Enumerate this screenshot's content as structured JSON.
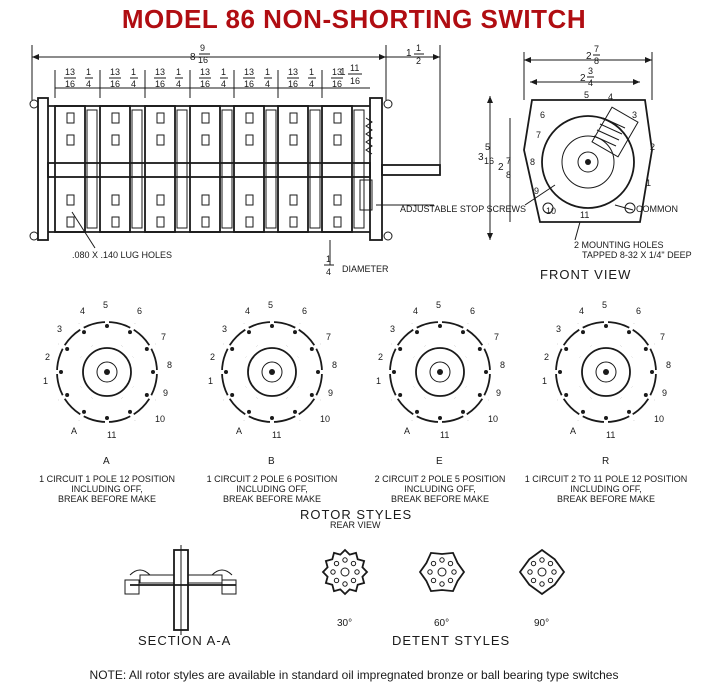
{
  "title": "MODEL 86 NON-SHORTING SWITCH",
  "colors": {
    "title": "#b00d12",
    "ink": "#1a1a1a"
  },
  "side_view": {
    "overall_whole": "8",
    "overall_num": "9",
    "overall_den": "16",
    "shaft_whole": "1",
    "shaft_num": "1",
    "shaft_den": "2",
    "deck_num": "13",
    "deck_den": "16",
    "spacer_num": "1",
    "spacer_den": "4",
    "end_whole": "1",
    "end_num": "11",
    "end_den": "16",
    "lug_holes": ".080 X .140 LUG HOLES",
    "stop_screws": "ADJUSTABLE STOP SCREWS",
    "diameter_num": "1",
    "diameter_den": "4",
    "diameter_label": "DIAMETER"
  },
  "front_view": {
    "label": "FRONT VIEW",
    "width_whole": "2",
    "width_num": "7",
    "width_den": "8",
    "inner_whole": "2",
    "inner_num": "3",
    "inner_den": "4",
    "height_whole": "3",
    "height_num": "5",
    "height_den": "16",
    "height2_whole": "2",
    "height2_num": "7",
    "height2_den": "8",
    "common": "COMMON",
    "mounting": "2 MOUNTING HOLES",
    "tapped": "TAPPED 8-32 X 1/4\" DEEP",
    "positions": [
      "1",
      "2",
      "3",
      "4",
      "5",
      "6",
      "7",
      "8",
      "9",
      "10",
      "11"
    ]
  },
  "rotors": [
    {
      "letter": "A",
      "line1": "1 CIRCUIT 1 POLE 12 POSITION",
      "line2": "INCLUDING OFF,",
      "line3": "BREAK BEFORE MAKE"
    },
    {
      "letter": "B",
      "line1": "1 CIRCUIT 2 POLE 6 POSITION",
      "line2": "INCLUDING OFF,",
      "line3": "BREAK BEFORE MAKE"
    },
    {
      "letter": "E",
      "line1": "2 CIRCUIT 2 POLE 5 POSITION",
      "line2": "INCLUDING OFF,",
      "line3": "BREAK BEFORE MAKE"
    },
    {
      "letter": "R",
      "line1": "1 CIRCUIT 2 TO 11 POLE 12 POSITION",
      "line2": "INCLUDING OFF,",
      "line3": "BREAK BEFORE MAKE"
    }
  ],
  "rotor_numbers": [
    "1",
    "2",
    "3",
    "4",
    "5",
    "6",
    "7",
    "8",
    "9",
    "10",
    "11"
  ],
  "section_letter": "A",
  "rotor_styles": {
    "title": "ROTOR STYLES",
    "subtitle": "REAR VIEW"
  },
  "section": {
    "label": "SECTION A-A"
  },
  "detent": {
    "title": "DETENT STYLES",
    "angles": [
      "30°",
      "60°",
      "90°"
    ]
  },
  "note": "NOTE: All rotor styles are available in standard oil impregnated bronze or ball bearing type switches"
}
